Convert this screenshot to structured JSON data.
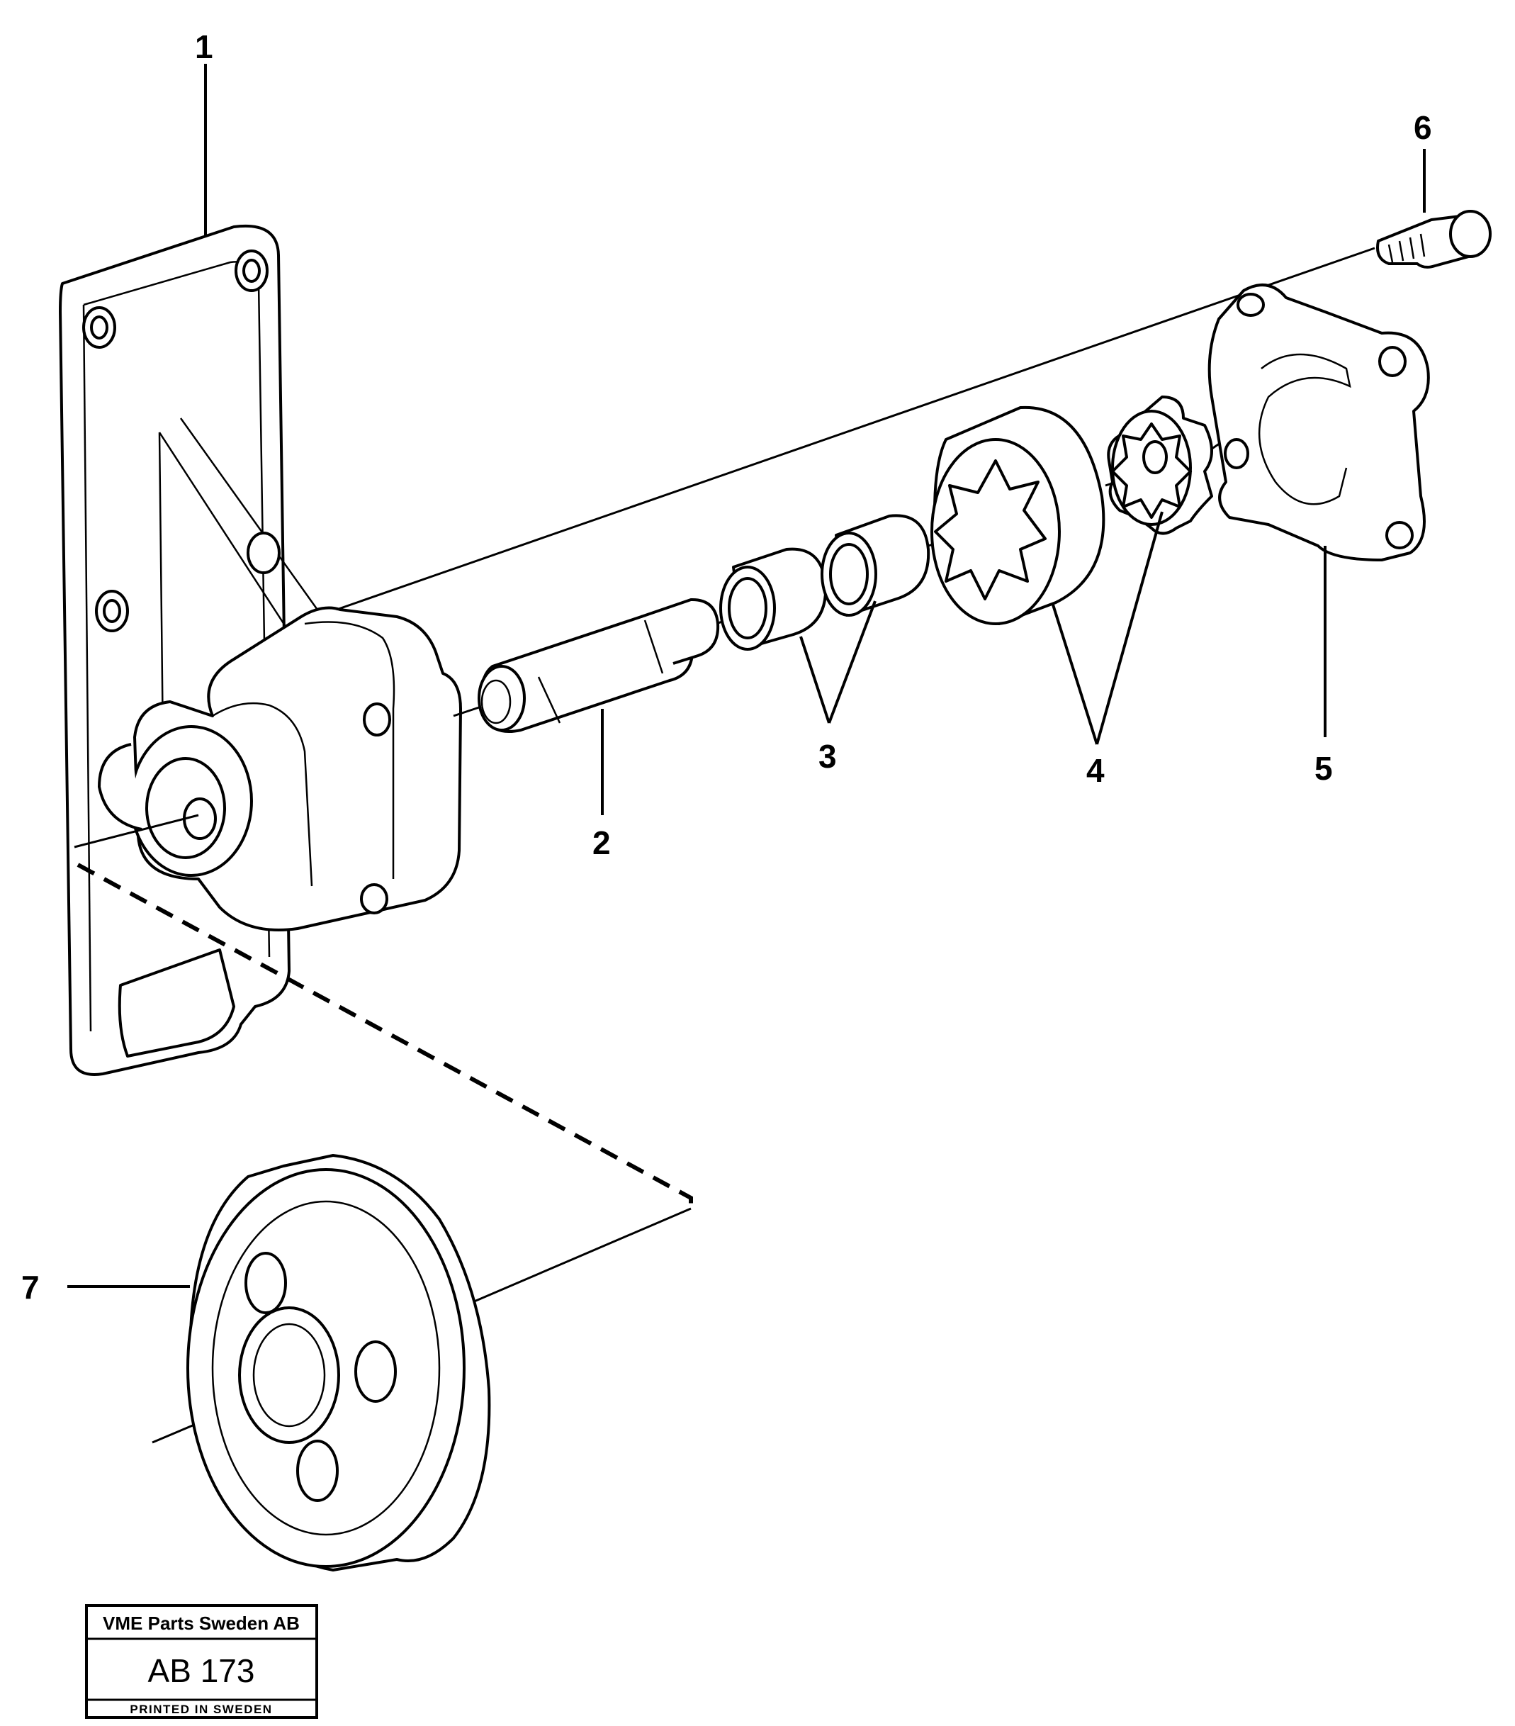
{
  "diagram": {
    "callouts": [
      {
        "id": "1",
        "label": "1"
      },
      {
        "id": "2",
        "label": "2"
      },
      {
        "id": "3",
        "label": "3"
      },
      {
        "id": "4",
        "label": "4"
      },
      {
        "id": "5",
        "label": "5"
      },
      {
        "id": "6",
        "label": "6"
      },
      {
        "id": "7",
        "label": "7"
      }
    ]
  },
  "stamp": {
    "company": "VME Parts Sweden AB",
    "code": "AB 173",
    "printed": "PRINTED IN SWEDEN"
  }
}
